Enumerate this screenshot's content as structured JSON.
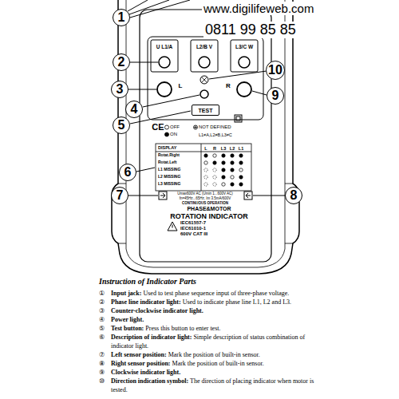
{
  "diagram": {
    "nodes": [
      {
        "text": [
          "1"
        ]
      },
      {
        "text": [
          "2"
        ]
      },
      {
        "text": [
          "10"
        ]
      },
      {
        "text": [
          "3"
        ]
      },
      {
        "text": [
          "9"
        ]
      },
      {
        "text": [
          "4"
        ]
      },
      {
        "text": [
          "TEST"
        ]
      },
      {
        "text": [
          "5"
        ]
      },
      {
        "text": [
          "6"
        ]
      },
      {
        "text": [
          "7"
        ]
      },
      {
        "text": [
          "8"
        ]
      }
    ],
    "labels": [
      "www.digilifeweb.com",
      "0811 99 85 85",
      "U L1/A",
      "L2/B V",
      "L3/C W",
      "L",
      "R",
      "CE",
      "OFF",
      "NOT DEFINED",
      "ON",
      "L1≠A,L2≠B,L3≠C",
      "DISPLAY",
      "Rotat.Right",
      "Rotat.Left",
      "L1 MISSING",
      "L2 MISSING",
      "L3 MISSING",
      "L",
      "R",
      "L3",
      "L2",
      "L1",
      "Umax600V AC (Umin 1...600V AC)",
      "fn=45Hz...65Hz, Im 3.5mA/600V",
      "CONTINUOUS OPERATION",
      "PHASE&MOTOR",
      "ROTATION INDICATOR",
      "IEC61557-7",
      "IEC61010-1",
      "600V CAT III",
      "Instruction of Indicator Parts",
      "①",
      "Input jack:",
      "Used to test phase sequence input of three-phase voltage.",
      "②",
      "Phase line indicator light:",
      "Used to indicate phase line L1, L2 and L3.",
      "③",
      "Counter-clockwise indicator light.",
      "④",
      "Power light.",
      "⑤",
      "Test button:",
      "Press this button to enter test.",
      "⑥",
      "Description of indicator light:",
      "Simple description of status combination of indicator light.",
      "⑦",
      "Left sensor position:",
      "Mark the position of built-in sensor.",
      "⑧",
      "Right sensor position:",
      "Mark the position of built-in sensor.",
      "⑨",
      "Clockwise indicator light.",
      "⑩",
      "Direction indication symbol:",
      "The direction of placing indicator when motor is tested."
    ]
  }
}
